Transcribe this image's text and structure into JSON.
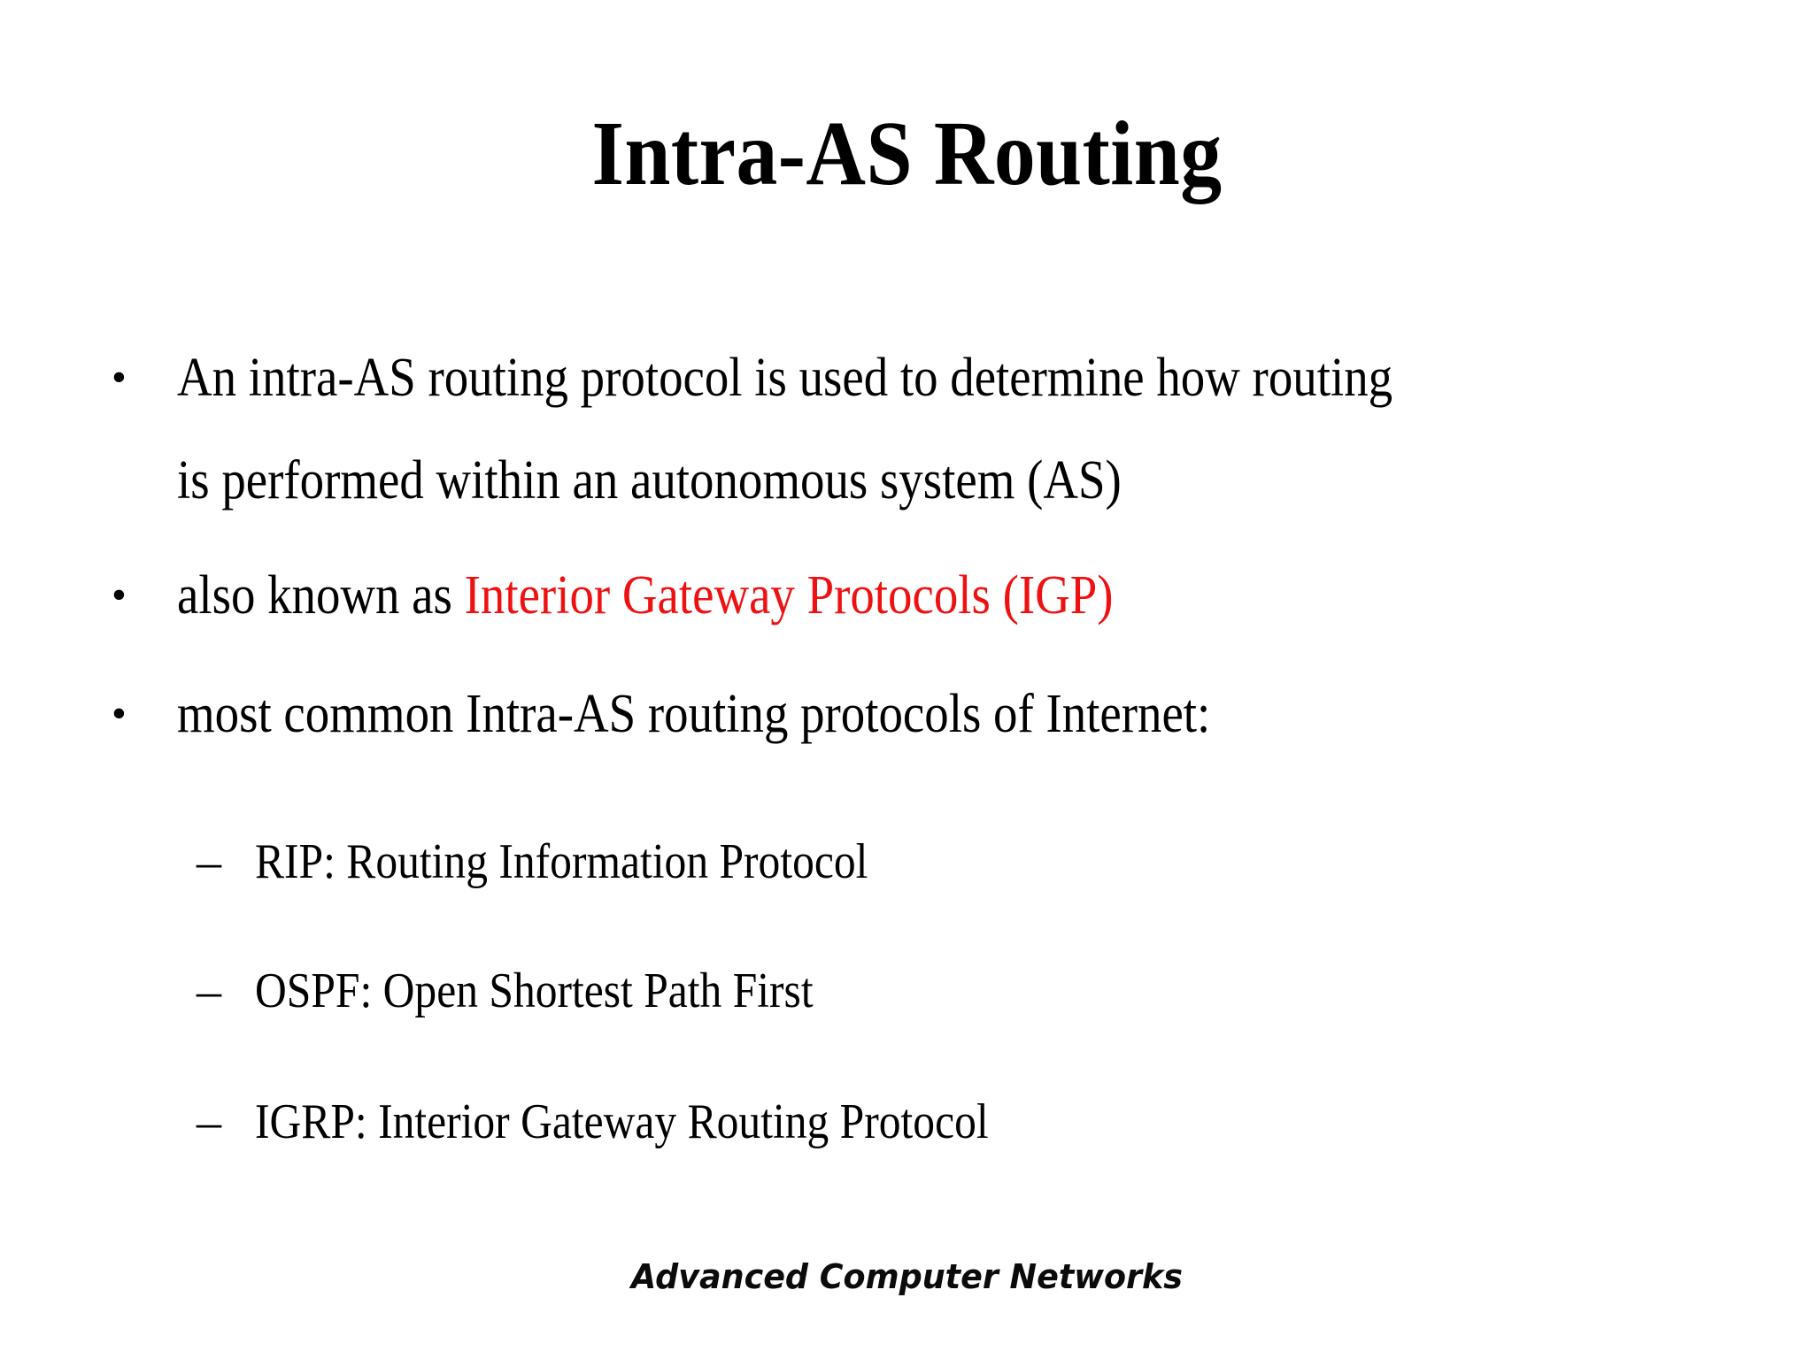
{
  "slide": {
    "title": "Intra-AS Routing",
    "background_color": "#FFFFFF",
    "text_color": "#000000",
    "accent_color": "#EE1111",
    "footer": "Advanced Computer Networks"
  },
  "bullets": {
    "b1": {
      "marker": "•",
      "line1": "An intra-AS routing protocol is used to determine how routing",
      "line2": "is performed within an autonomous system (AS)"
    },
    "b2": {
      "marker": "•",
      "text_black": "also known as ",
      "text_red": "Interior Gateway Protocols (IGP)"
    },
    "b3": {
      "marker": "•",
      "text": "most common Intra-AS routing protocols of Internet:"
    }
  },
  "sub_bullets": [
    {
      "marker": "–",
      "text": "RIP: Routing Information Protocol"
    },
    {
      "marker": "–",
      "text": "OSPF: Open Shortest Path First"
    },
    {
      "marker": "–",
      "text": "IGRP: Interior Gateway Routing Protocol"
    }
  ]
}
